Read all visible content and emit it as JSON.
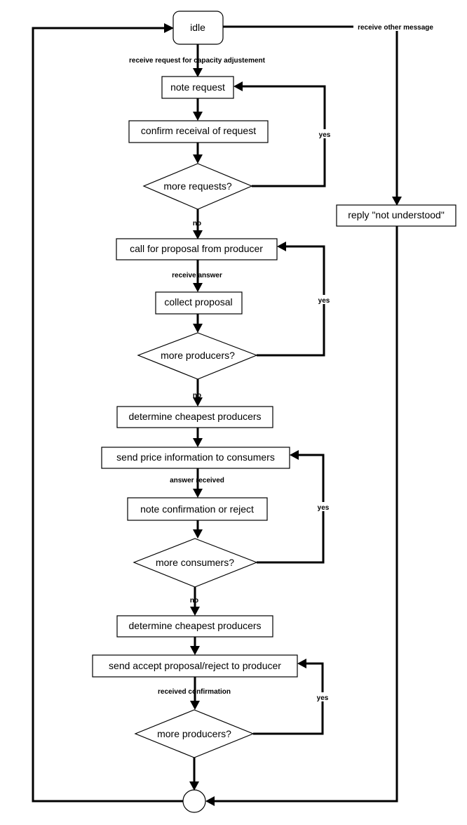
{
  "nodes": {
    "idle": "idle",
    "note_request": "note request",
    "confirm_receival": "confirm receival of request",
    "more_requests": "more requests?",
    "reply_not_understood": "reply \"not understood\"",
    "call_for_proposal": "call for proposal from producer",
    "collect_proposal": "collect proposal",
    "more_producers_1": "more producers?",
    "determine_cheapest_1": "determine cheapest producers",
    "send_price_info": "send price information to consumers",
    "note_confirmation": "note confirmation or reject",
    "more_consumers": "more consumers?",
    "determine_cheapest_2": "determine cheapest producers",
    "send_accept": "send accept proposal/reject to producer",
    "more_producers_2": "more producers?"
  },
  "edges": {
    "receive_other": "receive other message",
    "receive_request": "receive request for capacity adjustement",
    "yes_requests": "yes",
    "no_requests": "no",
    "receive_answer": "receive answer",
    "yes_producers_1": "yes",
    "no_producers_1": "no",
    "answer_received": "answer received",
    "yes_consumers": "yes",
    "no_consumers": "no",
    "received_confirmation": "received confirmation",
    "yes_producers_2": "yes"
  }
}
